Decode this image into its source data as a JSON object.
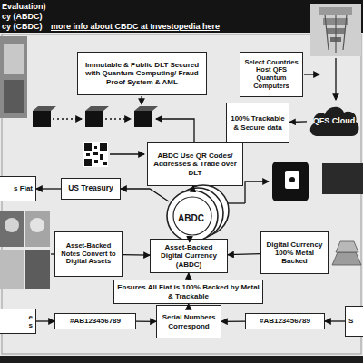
{
  "diagram": {
    "nodes": [
      {
        "text": [
          "Immutable & Public DLT Secured with Quantum Computing/ Fraud Proof System & AML"
        ]
      },
      {
        "text": [
          "Select Countries Host QFS Quantum Computers"
        ]
      },
      {
        "text": [
          "100% Trackable & Secure data"
        ]
      },
      {
        "text": [
          "QFS Cloud"
        ]
      },
      {
        "text": [
          "ABDC Use QR Codes/ Addresses & Trade over DLT"
        ]
      },
      {
        "text": [
          "s Fiat"
        ]
      },
      {
        "text": [
          "US Treasury"
        ]
      },
      {
        "text": [
          "ABDC"
        ]
      },
      {
        "text": [
          "Asset-Backed Notes Convert to Digital Assets"
        ]
      },
      {
        "text": [
          "Asset-Backed Digital Currency (ABDC)"
        ]
      },
      {
        "text": [
          "Digital Currency 100% Metal Backed"
        ]
      },
      {
        "text": [
          "Ensures All Fiat is 100% Backed by Metal & Trackable"
        ]
      },
      {
        "text": [
          "e s"
        ]
      },
      {
        "text": [
          "#AB123456789"
        ]
      },
      {
        "text": [
          "Serial Numbers Correspond"
        ]
      },
      {
        "text": [
          "#AB123456789"
        ]
      },
      {
        "text": [
          "S"
        ]
      }
    ],
    "edges": [
      {
        "from": 3,
        "to": 2,
        "arrow": "to"
      },
      {
        "from": 7,
        "to": 4,
        "arrow": "to"
      },
      {
        "from": 7,
        "to": 6,
        "arrow": "to"
      },
      {
        "from": 6,
        "to": 5,
        "arrow": "to"
      },
      {
        "from": 8,
        "to": 9,
        "arrow": "to"
      },
      {
        "from": 10,
        "to": 9,
        "arrow": "to"
      },
      {
        "from": 9,
        "to": 7,
        "arrow": "to"
      },
      {
        "from": 11,
        "to": 9,
        "arrow": "to"
      },
      {
        "from": 14,
        "to": 11,
        "arrow": "to"
      },
      {
        "from": 13,
        "to": 14,
        "arrow": "to"
      },
      {
        "from": 15,
        "to": 14,
        "arrow": "to"
      },
      {
        "from": 12,
        "to": 13,
        "arrow": "to"
      },
      {
        "from": 16,
        "to": 15,
        "arrow": "to"
      }
    ],
    "labels": [
      "Evaluation)",
      "cy (ABDC)",
      "cy (CBDC)",
      "more info about CBDC at Investopedia here"
    ]
  }
}
